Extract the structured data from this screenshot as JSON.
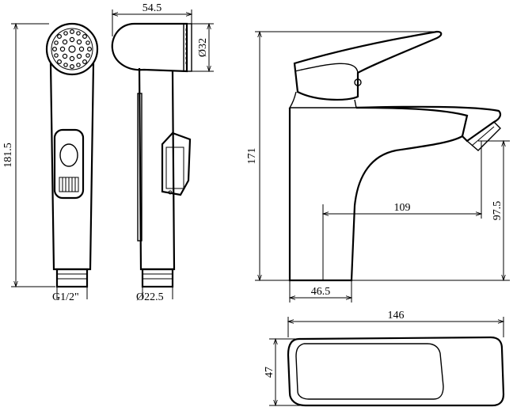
{
  "drawing": {
    "bidet_sprayer": {
      "dims": {
        "width": "54.5",
        "height": "181.5",
        "head_diameter": "Ø32",
        "thread": "G1/2\"",
        "base_diameter": "Ø22.5"
      }
    },
    "faucet": {
      "dims": {
        "height": "171",
        "spout_reach": "109",
        "spout_height": "97.5",
        "body_width": "46.5"
      }
    },
    "top_view": {
      "dims": {
        "length": "146",
        "width": "47"
      }
    }
  }
}
